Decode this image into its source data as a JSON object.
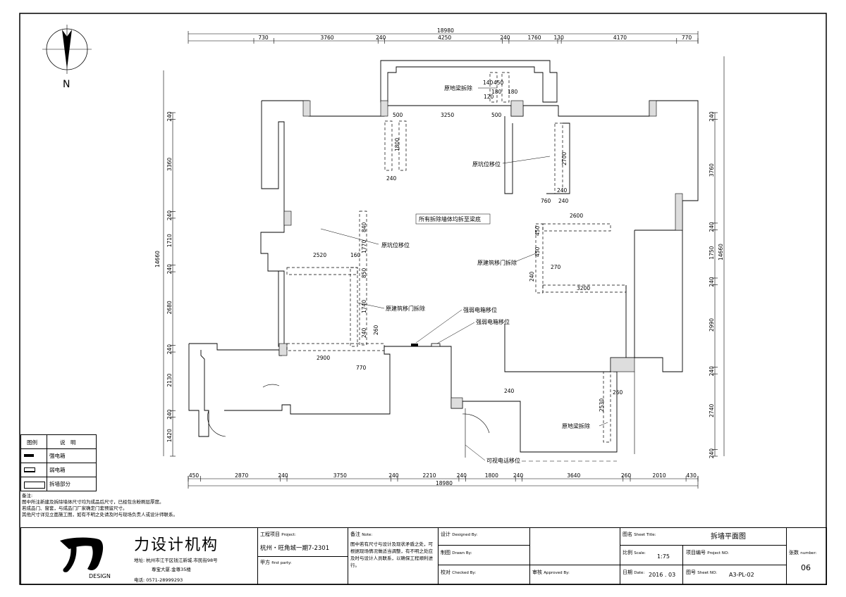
{
  "north": {
    "label": "N"
  },
  "dims_top": {
    "total": "18980",
    "segments": [
      "730",
      "3760",
      "240",
      "4250",
      "240",
      "1760",
      "130",
      "4170",
      "770"
    ]
  },
  "dims_bottom": {
    "total": "18980",
    "segments": [
      "450",
      "2870",
      "240",
      "3750",
      "240",
      "2210",
      "240",
      "1800",
      "240",
      "3640",
      "260",
      "2010",
      "430"
    ]
  },
  "dims_left": {
    "total": "14660",
    "segments": [
      "240",
      "3360",
      "240",
      "1710",
      "240",
      "2680",
      "240",
      "2130",
      "240",
      "1420"
    ]
  },
  "dims_right": {
    "total": "14660",
    "segments": [
      "240",
      "3760",
      "240",
      "1750",
      "240",
      "2990",
      "240",
      "2740",
      "240"
    ]
  },
  "inner_dims": [
    "500",
    "3250",
    "500",
    "1800",
    "240",
    "2700",
    "760",
    "240",
    "240",
    "140",
    "180",
    "180",
    "120",
    "2600",
    "450",
    "450",
    "270",
    "3200",
    "240",
    "2520",
    "840",
    "160",
    "1770",
    "850",
    "1740",
    "240",
    "260",
    "2900",
    "770",
    "240",
    "260",
    "2530",
    "450"
  ],
  "annotations": {
    "all_walls": "所有拆除墙体均拆至梁底",
    "beam_top": "原地梁拆除",
    "pit_top": "原坑位移位",
    "pit_left": "原坑位移位",
    "door_right": "原建筑移门拆除",
    "door_left": "原建筑移门拆除",
    "strong_box": "强弱电箱移位",
    "weak_box": "强弱电箱移位",
    "beam_bottom": "原地梁拆除",
    "video_phone": "可视电话移位"
  },
  "legend": {
    "header_col1": "图例",
    "header_col2": "说　明",
    "items": [
      "强电箱",
      "弱电箱",
      "拆墙部分"
    ]
  },
  "notes": {
    "title": "备注:",
    "lines": [
      "图中所注新建及拆除墙体尺寸均为成品后尺寸，已经包含粉刷层厚度。",
      "若成品门、窗套，与成品门厂家确定门套预留尺寸。",
      "其他尺寸详见立面施工图，如有不明之处请及时与现场负责人或设计师联系。"
    ]
  },
  "title_block": {
    "company_name": "力设计机构",
    "design_word": "DESIGN",
    "address_line1": "地址: 杭州市江干区钱江新城.市民街98号",
    "address_line2": "尊宝大厦.金尊35楼",
    "phone": "电话: 0571-28999293",
    "project_label": "工程项目",
    "project_label_en": "Project:",
    "project_name": "杭州・旺角城一期7-2301",
    "party_label": "甲方",
    "party_label_en": "first party:",
    "remark_label": "备注",
    "remark_label_en": "Note:",
    "remark_text": "图中若有尺寸与设计及现状矛盾之处，可根据现场情况做适当调整，有不明之处应及时与设计人员联系，以确保工程顺利进行。",
    "design_label": "设计",
    "design_label_en": "Designed By:",
    "drawn_label": "制图",
    "drawn_label_en": "Drawn By:",
    "checked_label": "校对",
    "checked_label_en": "Checked By:",
    "approved_label": "审核",
    "approved_label_en": "Approved By:",
    "sheet_title_label": "图名",
    "sheet_title_label_en": "Sheet Title:",
    "sheet_title": "拆墙平面图",
    "scale_label": "比例",
    "scale_label_en": "Scale:",
    "scale": "1:75",
    "project_no_label": "项目编号",
    "project_no_label_en": "Project NO:",
    "date_label": "日期",
    "date_label_en": "Date:",
    "date": "2016 . 03",
    "sheet_no_label": "图号",
    "sheet_no_label_en": "Sheet NO:",
    "sheet_no": "A3-PL-02",
    "number_label": "张数",
    "number_label_en": "number:",
    "number": "06"
  }
}
